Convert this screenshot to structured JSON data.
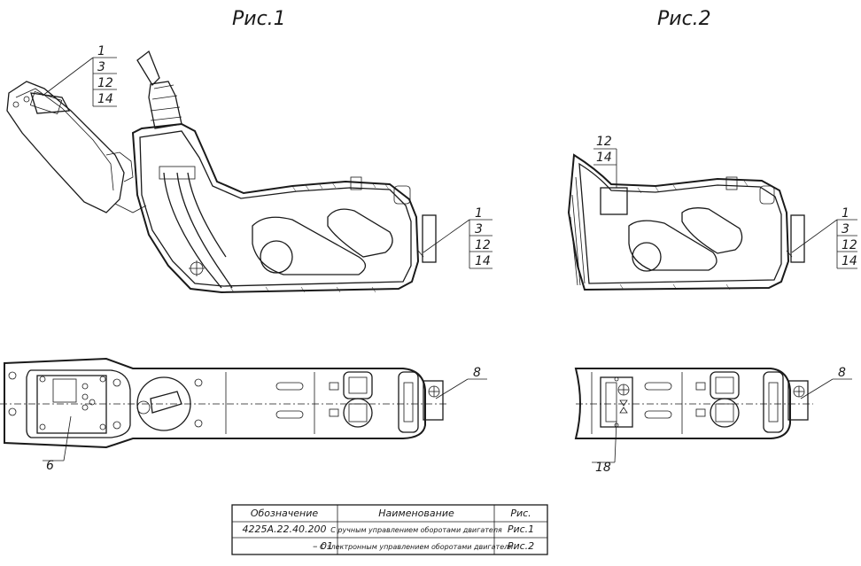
{
  "figures": {
    "fig1_title": "Рис.1",
    "fig2_title": "Рис.2"
  },
  "callouts": {
    "fig1_upper": [
      "1",
      "3",
      "12",
      "14"
    ],
    "fig1_right": [
      "1",
      "3",
      "12",
      "14"
    ],
    "fig1_plan_right": "8",
    "fig1_plan_left": "6",
    "fig2_top": [
      "12",
      "14"
    ],
    "fig2_right": [
      "1",
      "3",
      "12",
      "14"
    ],
    "fig2_plan_right": "8",
    "fig2_plan_left": "18"
  },
  "spec_table": {
    "headers": [
      "Обозначение",
      "Наименование",
      "Рис."
    ],
    "rows": [
      {
        "code": "4225А.22.40.200",
        "name": "С ручным управлением оборотами двигателя",
        "fig": "Рис.1"
      },
      {
        "code": "– 01",
        "name": "С электронным управлением оборотами двигателя",
        "fig": "Рис.2"
      }
    ]
  }
}
